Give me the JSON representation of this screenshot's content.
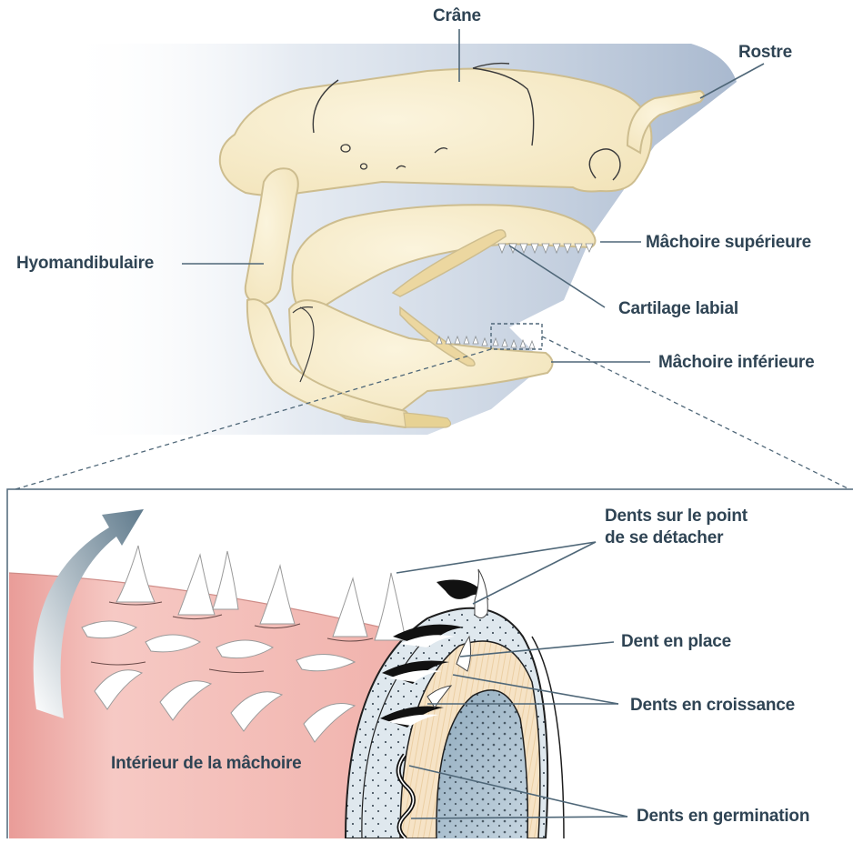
{
  "labels": {
    "crane": "Crâne",
    "rostre": "Rostre",
    "hyomandibulaire": "Hyomandibulaire",
    "machoire_superieure": "Mâchoire supérieure",
    "cartilage_labial": "Cartilage labial",
    "machoire_inferieure": "Mâchoire inférieure",
    "dents_detacher_line1": "Dents sur le point",
    "dents_detacher_line2": "de se détacher",
    "dent_en_place": "Dent en place",
    "dents_croissance": "Dents en croissance",
    "interieur_machoire": "Intérieur de la mâchoire",
    "dents_germination": "Dents en germination"
  },
  "colors": {
    "cartilage_fill": "#f6ebc8",
    "cartilage_stroke": "#c9b98a",
    "shadow_blue": "#b8c6d8",
    "label_text": "#2f4454",
    "leader_line": "#4f6778",
    "gum_pink": "#f2b4b0",
    "tooth_white": "#ffffff",
    "tooth_black": "#111111",
    "bone_blue": "#9fb6c6",
    "arrow_gradient_dark": "#5f7a8c"
  }
}
